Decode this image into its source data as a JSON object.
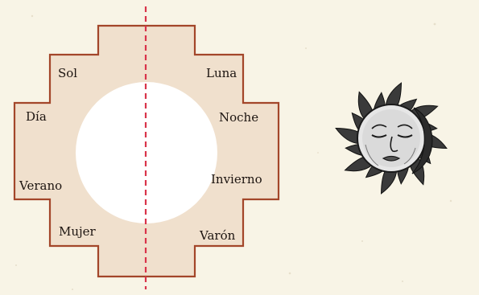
{
  "chakana": {
    "left_labels": [
      "Sol",
      "Día",
      "Verano",
      "Mujer"
    ],
    "right_labels": [
      "Luna",
      "Noche",
      "Invierno",
      "Varón"
    ],
    "colors": {
      "outline": "#a3462a",
      "fill": "#f0e0cd",
      "center": "#ffffff",
      "axis": "#d9344a"
    }
  },
  "emblem": {
    "icon": "sun-moon-face-icon"
  }
}
